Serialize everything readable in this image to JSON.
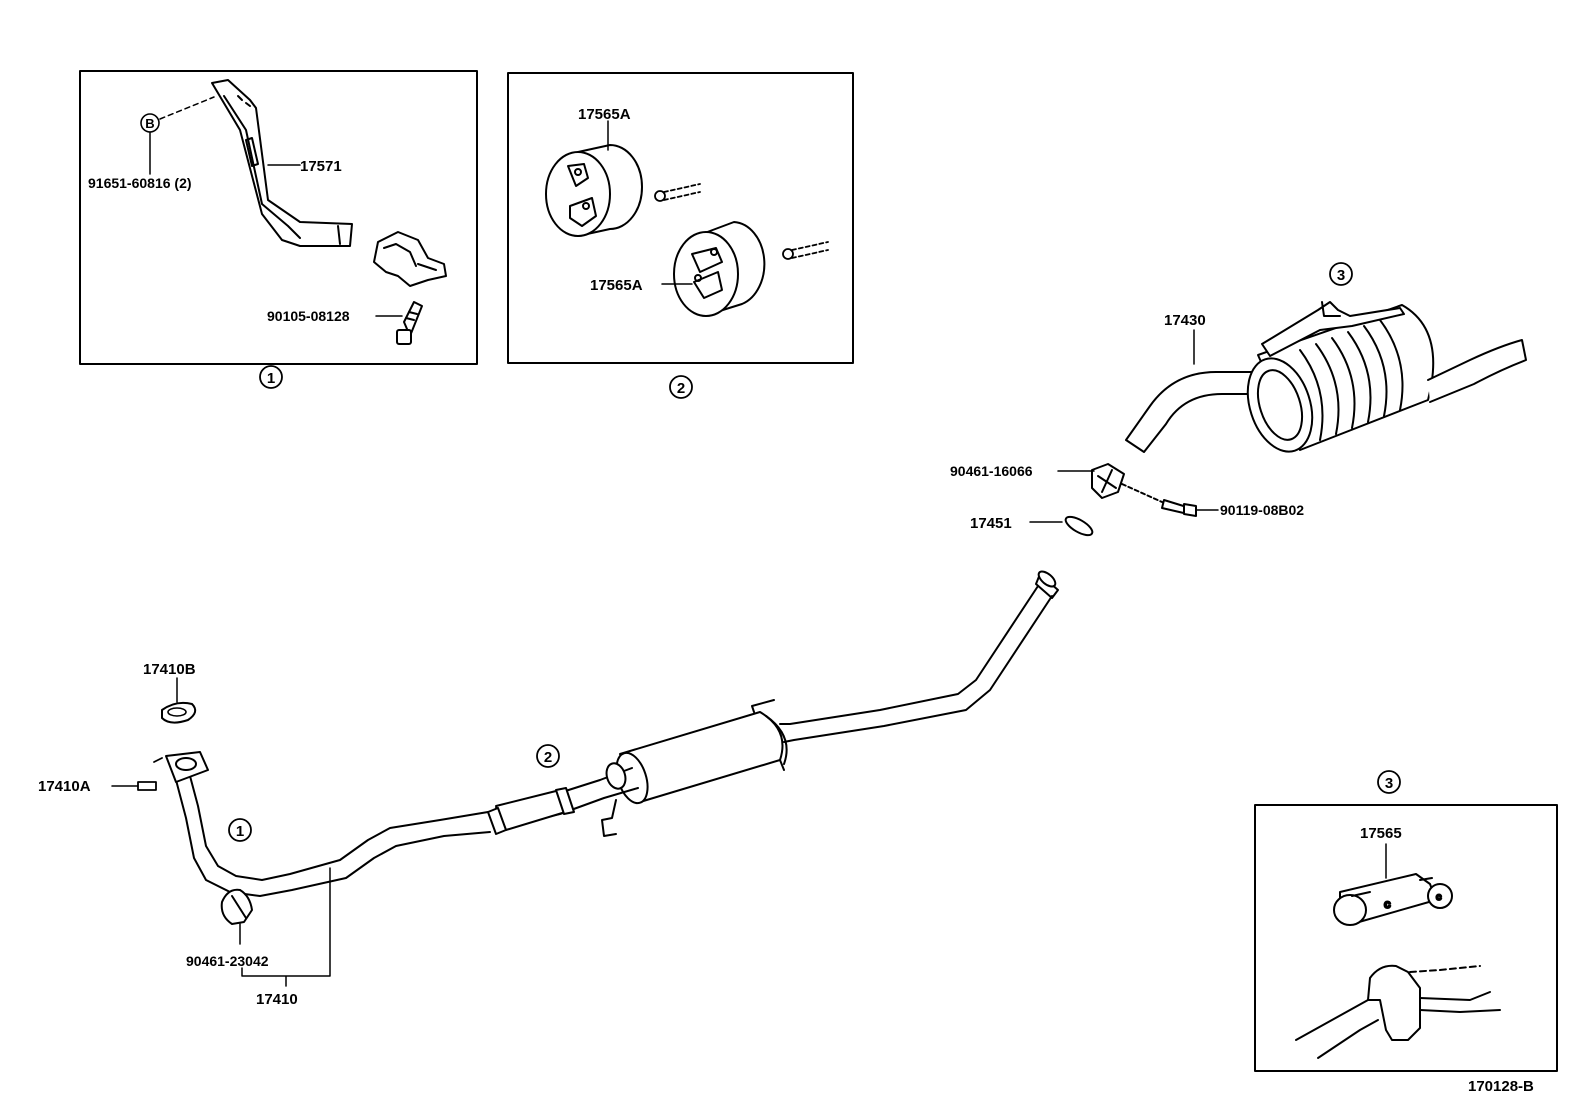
{
  "diagram_code": "170128-B",
  "callouts": {
    "c1": "1",
    "c2": "2",
    "c3": "3"
  },
  "labels": {
    "p17571": "17571",
    "p91651": "91651-60816 (2)",
    "p90105": "90105-08128",
    "pB": "B",
    "p17565A_top": "17565A",
    "p17565A_bottom": "17565A",
    "p17430": "17430",
    "p90461_16066": "90461-16066",
    "p90119": "90119-08B02",
    "p17451": "17451",
    "p17410B": "17410B",
    "p17410A": "17410A",
    "p90461_23042": "90461-23042",
    "p17410": "17410",
    "p17565": "17565"
  }
}
